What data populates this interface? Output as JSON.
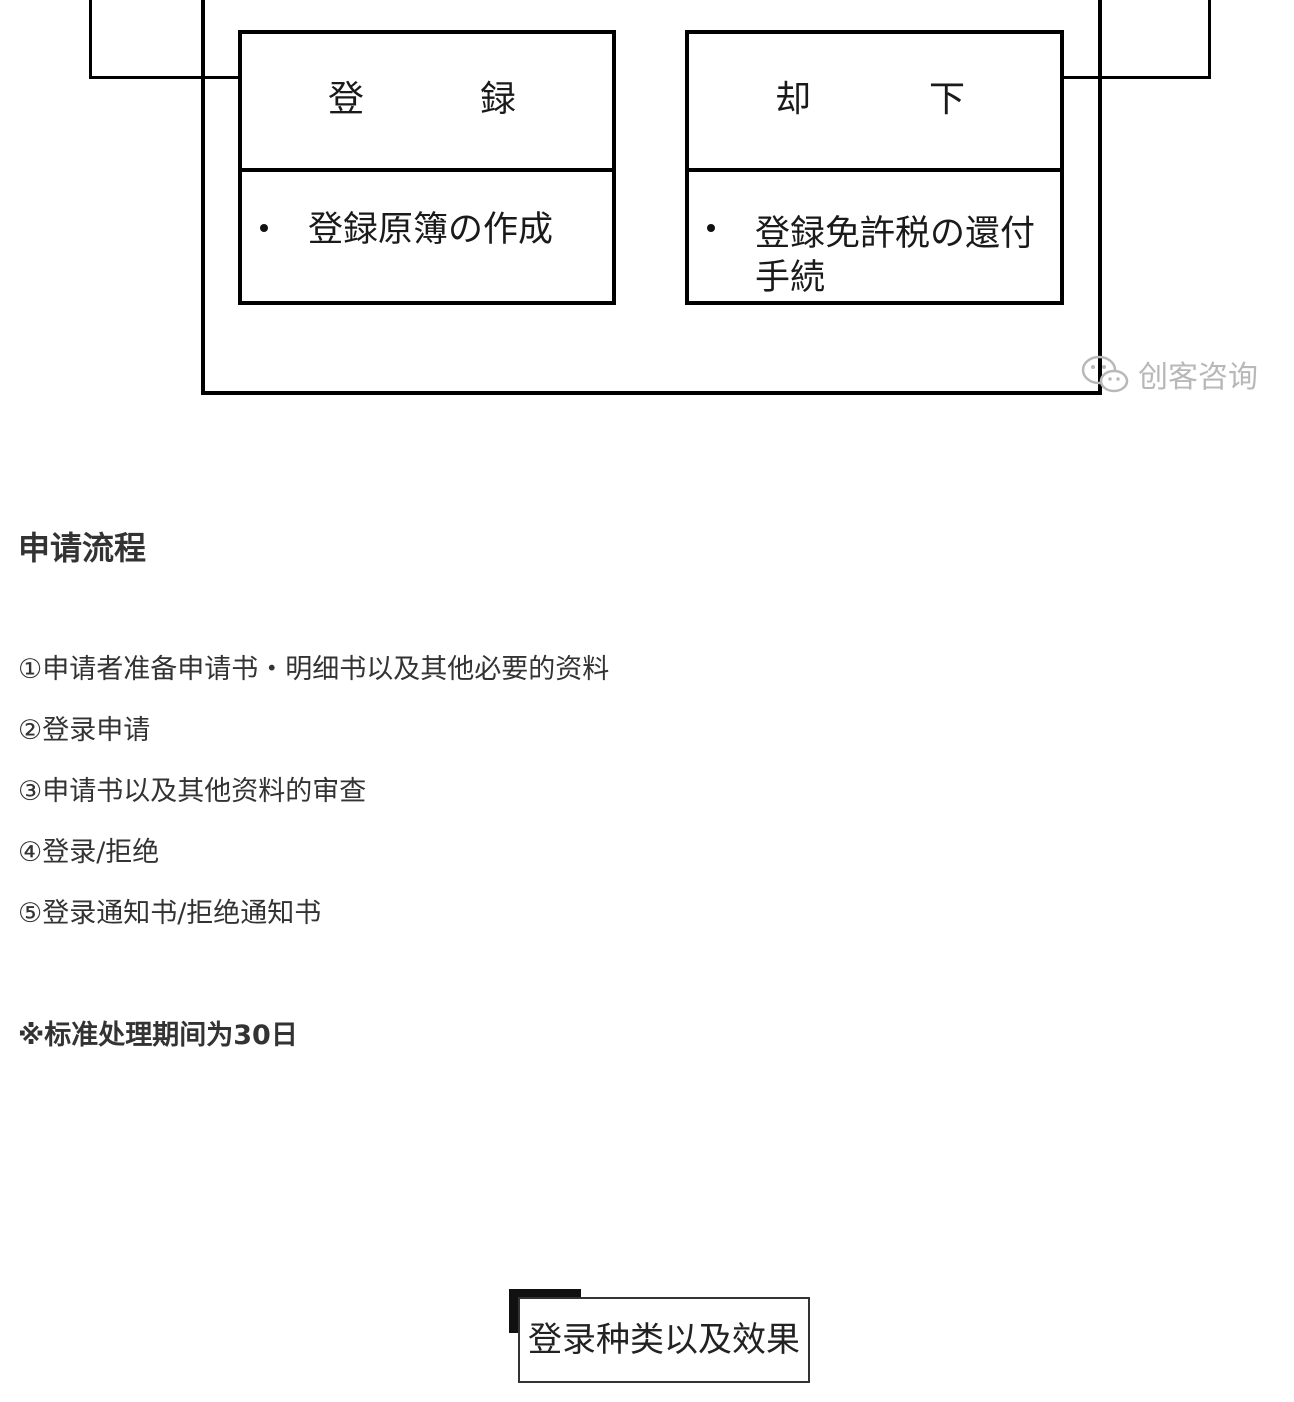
{
  "diagram": {
    "left_box": {
      "head_chars": [
        "登",
        "録"
      ],
      "body_text": "登録原簿の作成"
    },
    "right_box": {
      "head_chars": [
        "却",
        "下"
      ],
      "body_text": "登録免許税の還付\n手続"
    },
    "watermark": {
      "icon": "wechat-icon",
      "text": "创客咨询"
    }
  },
  "article": {
    "section_title": "申请流程",
    "steps": [
      "①申请者准备申请书・明细书以及其他必要的资料",
      "②登录申请",
      "③申请书以及其他资料的审查",
      "④登录/拒绝",
      "⑤登录通知书/拒绝通知书"
    ],
    "note": "※标准处理期间为30日",
    "next_heading": "登录种类以及效果"
  },
  "colors": {
    "text": "#333333",
    "diagram_line": "#000000",
    "watermark": "#b8b8b8"
  }
}
